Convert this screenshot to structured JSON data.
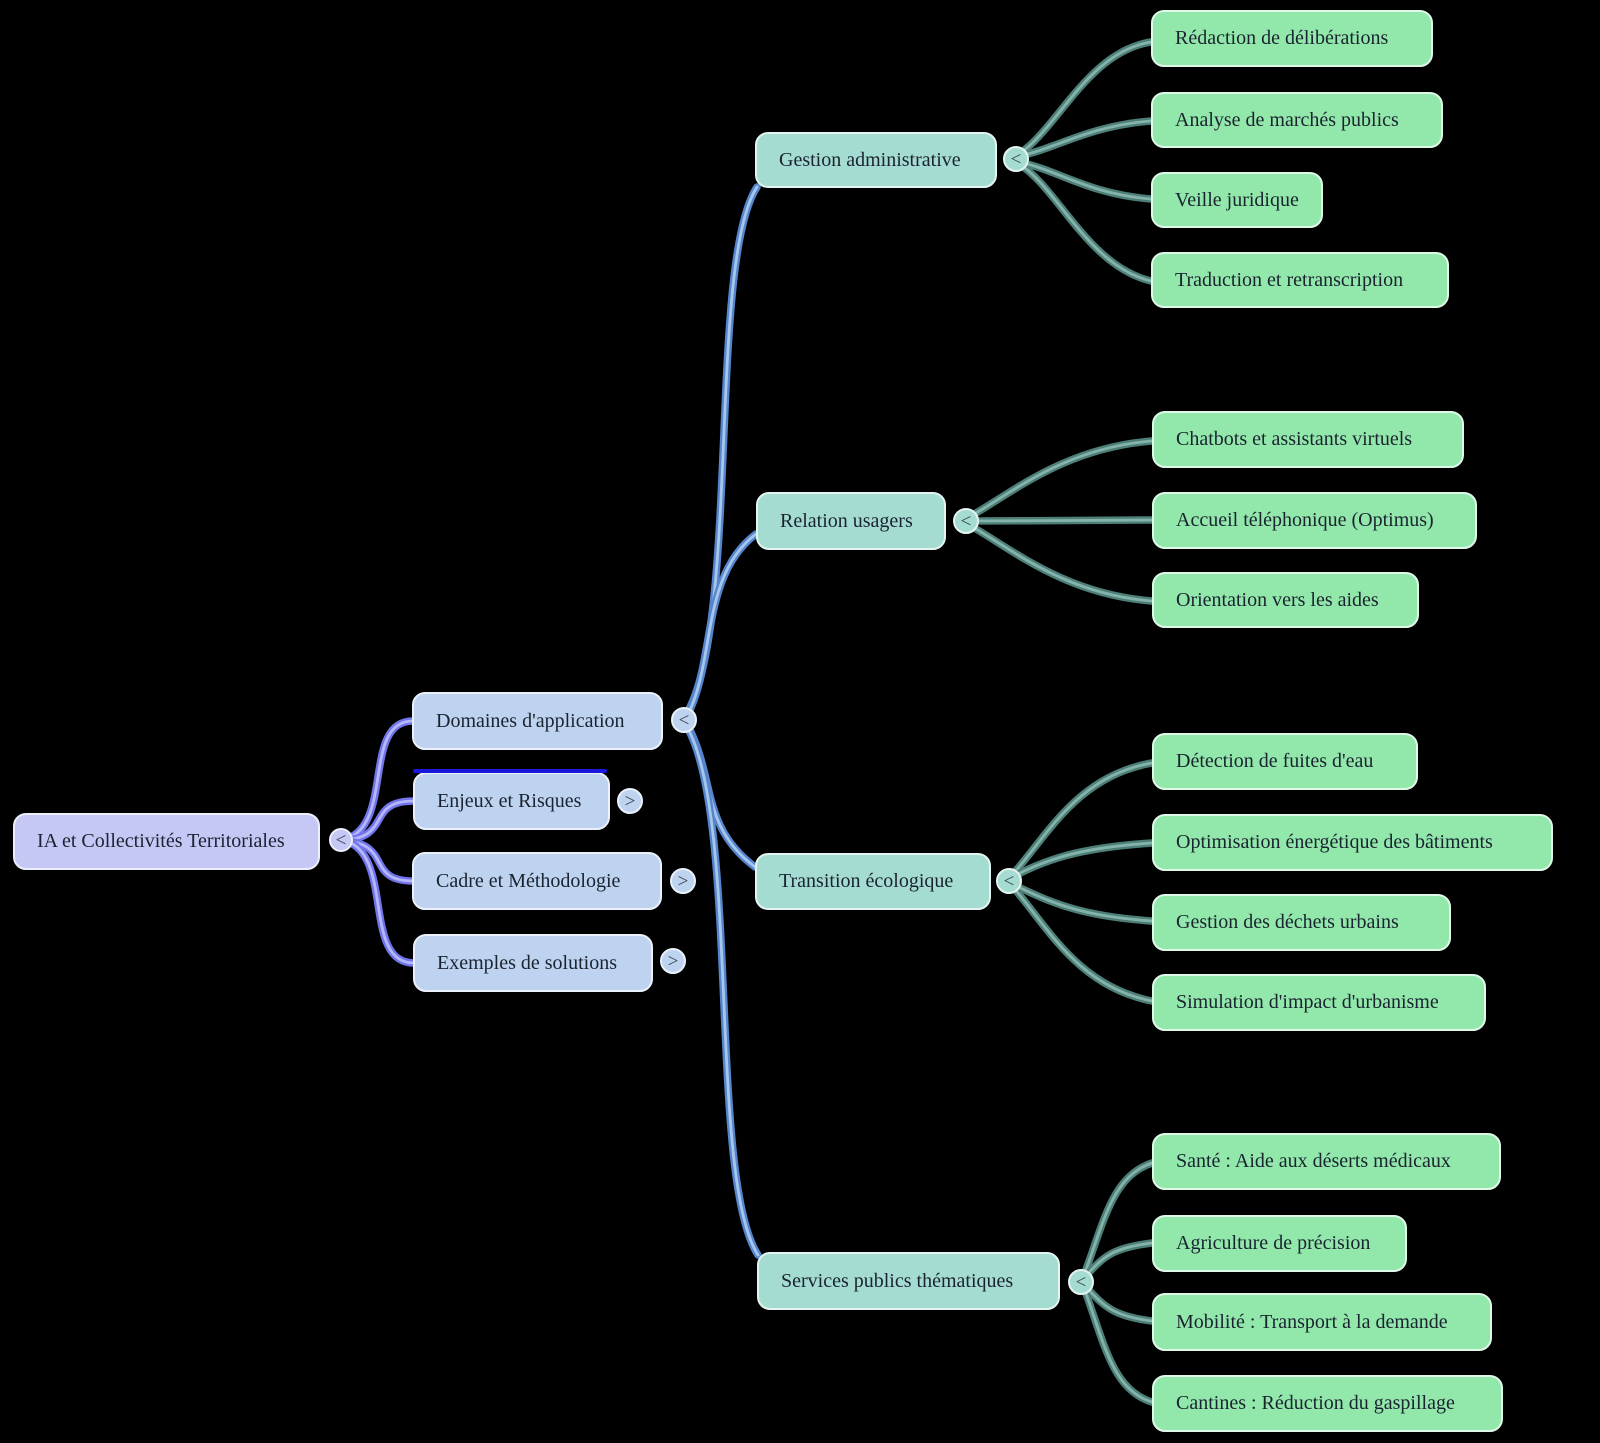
{
  "root": {
    "label": "IA et Collectivités Territoriales",
    "toggle": "<",
    "state": "expanded"
  },
  "level2": [
    {
      "label": "Domaines d'application",
      "toggle": "<",
      "state": "expanded"
    },
    {
      "label": "Enjeux et Risques",
      "toggle": ">",
      "state": "collapsed",
      "highlighted": true
    },
    {
      "label": "Cadre et Méthodologie",
      "toggle": ">",
      "state": "collapsed"
    },
    {
      "label": "Exemples de solutions",
      "toggle": ">",
      "state": "collapsed"
    }
  ],
  "branches": [
    {
      "label": "Gestion administrative",
      "toggle": "<",
      "state": "expanded",
      "children": [
        "Rédaction de délibérations",
        "Analyse de marchés publics",
        "Veille juridique",
        "Traduction et retranscription"
      ]
    },
    {
      "label": "Relation usagers",
      "toggle": "<",
      "state": "expanded",
      "children": [
        "Chatbots et assistants virtuels",
        "Accueil téléphonique (Optimus)",
        "Orientation vers les aides"
      ]
    },
    {
      "label": "Transition écologique",
      "toggle": "<",
      "state": "expanded",
      "children": [
        "Détection de fuites d'eau",
        "Optimisation énergétique des bâtiments",
        "Gestion des déchets urbains",
        "Simulation d'impact d'urbanisme"
      ]
    },
    {
      "label": "Services publics thématiques",
      "toggle": "<",
      "state": "expanded",
      "children": [
        "Santé : Aide aux déserts médicaux",
        "Agriculture de précision",
        "Mobilité : Transport à la demande",
        "Cantines : Réduction du gaspillage"
      ]
    }
  ],
  "colors": {
    "background": "#000000",
    "root_fill": "#c5c8f5",
    "level2_fill": "#bed3ef",
    "level3_fill": "#a5dcd1",
    "leaf_fill": "#92e8ab",
    "root_link": "#7274ec",
    "level2_link": "#5585cc",
    "level3_link": "#4d7f78",
    "highlight_line": "#1a18dd",
    "text": "#1a2330"
  }
}
